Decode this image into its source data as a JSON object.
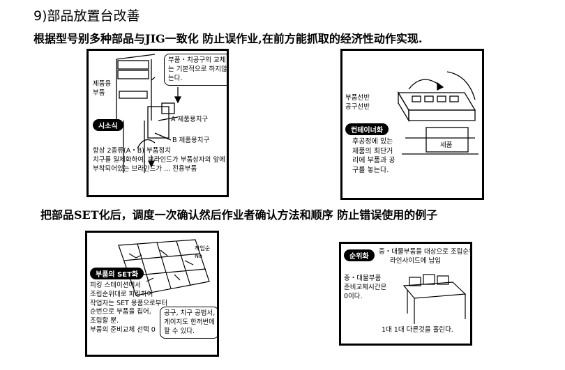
{
  "section_title": "9)部品放置台改善",
  "subtitle1": "根据型号别多种部品与JIG一致化 防止误作业,在前方能抓取的经济性动作实现.",
  "subtitle2": "把部品SET化后，调度一次确认然后作业者确认方法和顺序 防止错误使用的例子",
  "panel1": {
    "bubble": [
      "부품・치공구의 교체",
      "는 기본적으로 하지않",
      "는다."
    ],
    "side_labels": [
      "제품용",
      "부품"
    ],
    "label_a": "A 제품용치구",
    "label_b": "B 제품용치구",
    "badge": "시소식",
    "body": [
      "항상 2종류(A・B) 부품정치",
      "치구를 일체화하여, 브라인드가 부품상자의 앞에",
      "부착되어있는 브라인드가 ... 전용부품"
    ]
  },
  "panel2": {
    "side_labels": [
      "부품선반",
      "공구선반"
    ],
    "badge": "컨테이너화",
    "body": [
      "후공정에 있는",
      "제품의 최단거",
      "리에 부품과 공",
      "구를 놓는다."
    ],
    "box_label": "세품"
  },
  "panel3": {
    "badge": "부품의 SET화",
    "corner_label": [
      "작업순",
      "No"
    ],
    "body": [
      "피킹 스테이션에서",
      "조립순위대로 피킹하여",
      "작업자는 SET 용품으로부터",
      "순번으로 부품을 집어,",
      "조립할 뿐.",
      "부품의 준비교체 선택 0"
    ],
    "bubble": [
      "공구, 치구 공법서,",
      "게이지도 한꺼번에",
      "할 수 있다."
    ]
  },
  "panel4": {
    "badge": "순위화",
    "header": [
      "중・대물부품을 대상으로 조립순위대로",
      "라인사이드에 납입"
    ],
    "body": [
      "중・대물부품",
      "준비교체시간은",
      "0이다."
    ],
    "footer": "1대 1대 다른것을 흘린다."
  }
}
